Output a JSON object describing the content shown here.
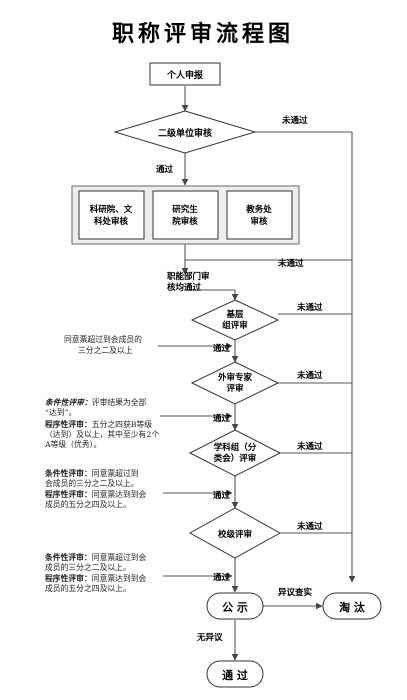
{
  "title": "职称评审流程图",
  "nodes": {
    "apply": "个人申报",
    "level2_line1": "二级单位审核",
    "dept_a_line1": "科研院、文",
    "dept_a_line2": "科处审核",
    "dept_b_line1": "研究生",
    "dept_b_line2": "院审核",
    "dept_c_line1": "教务处",
    "dept_c_line2": "审核",
    "func_pass_line1": "职能部门审",
    "func_pass_line2": "核均通过",
    "base_line1": "基层",
    "base_line2": "组评审",
    "expert_line1": "外审专家",
    "expert_line2": "评审",
    "subject_line1": "学科组（分",
    "subject_line2": "类会）评审",
    "school": "校级评审",
    "publicity": "公  示",
    "eliminate": "淘  汰",
    "final_pass": "通  过"
  },
  "labels": {
    "pass": "通过",
    "fail": "未通过",
    "objection": "异议查实",
    "no_objection": "无异议"
  },
  "notes": {
    "base_line1": "同意票超过到会成员的",
    "base_line2": "三分之二及以上",
    "expert_a_head": "条件性评审：",
    "expert_a_body": "评审结果为全部",
    "expert_a_line2": "“达到”。",
    "expert_b_head": "程序性评审：",
    "expert_b_body": "五分之四获B等级",
    "expert_b_line2": "（达到）及以上，其中至少有2个",
    "expert_b_line3": "A等级（优秀）。",
    "subject_a_head": "条件性评审：",
    "subject_a_body": "同意票超过到",
    "subject_a_line2": "会成员的三分之二及以上。",
    "subject_b_head": "程序性评审：",
    "subject_b_body": "同意票达到到会",
    "subject_b_line2": "成员的五分之四及以上。",
    "school_a_head": "条件性评审：",
    "school_a_body": "同意票超过到会",
    "school_a_line2": "成员的三分之二及以上。",
    "school_b_head": "程序性评审：",
    "school_b_body": "同意票达到到会",
    "school_b_line2": "成员的五分之四及以上。"
  },
  "colors": {
    "line": "#555555",
    "stroke": "#333333",
    "fill": "#ffffff",
    "group_fill": "#ededed"
  }
}
